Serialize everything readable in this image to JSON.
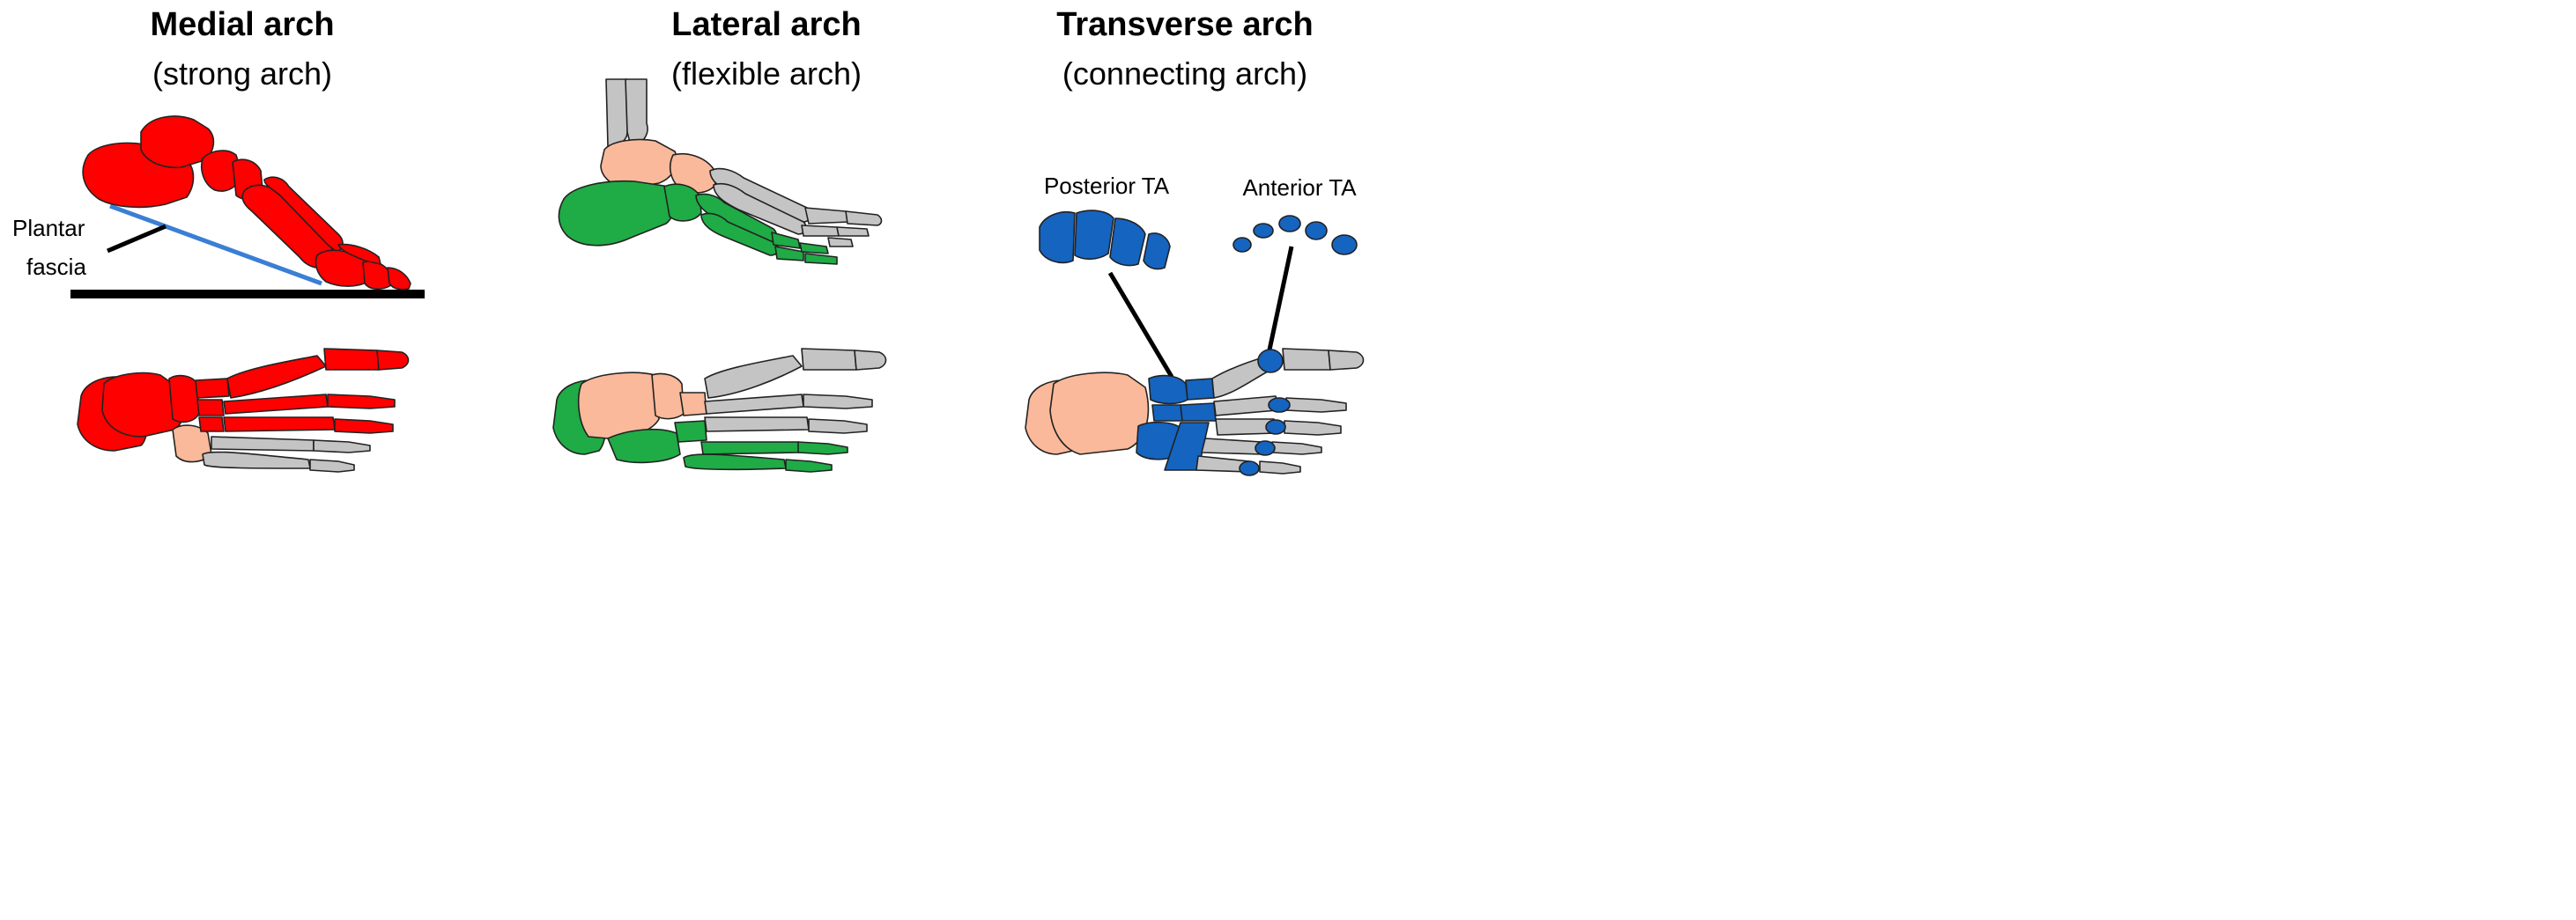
{
  "panels": {
    "medial": {
      "title": "Medial arch",
      "subtitle": "(strong arch)",
      "plantar_label_line1": "Plantar",
      "plantar_label_line2": "fascia"
    },
    "lateral": {
      "title": "Lateral arch",
      "subtitle": "(flexible arch)"
    },
    "transverse": {
      "title": "Transverse arch",
      "subtitle": "(connecting arch)",
      "posterior_label": "Posterior TA",
      "anterior_label": "Anterior TA"
    }
  },
  "colors": {
    "medial_arch": "#ff0000",
    "lateral_arch": "#1fab45",
    "transverse_arch": "#1464c0",
    "tarsal_peach": "#f9b99a",
    "other_bone": "#c4c4c4",
    "plantar_fascia": "#3a7fd4",
    "ground": "#000000"
  }
}
